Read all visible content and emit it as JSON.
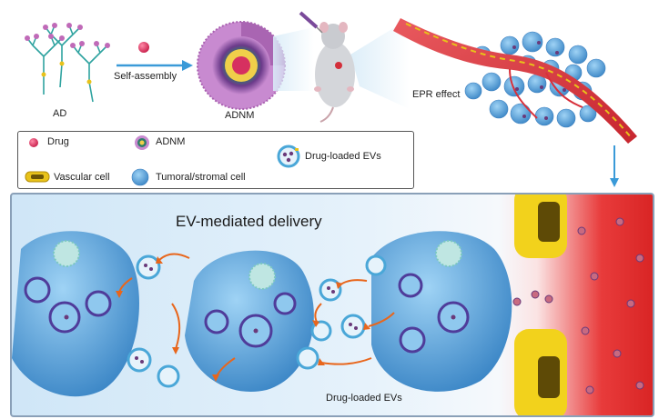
{
  "top": {
    "ad_label": "AD",
    "self_assembly_label": "Self-assembly",
    "adnm_label": "ADNM",
    "epr_label": "EPR effect"
  },
  "legend": {
    "drug": "Drug",
    "adnm": "ADNM",
    "drug_loaded_evs": "Drug-loaded EVs",
    "vascular_cell": "Vascular cell",
    "tumoral_stromal_cell": "Tumoral/stromal cell"
  },
  "panel": {
    "title": "EV-mediated delivery",
    "caption": "Drug-loaded EVs"
  },
  "colors": {
    "drug": "#e0315f",
    "ev_ring": "#4aa7d8",
    "tumor_cell": "#5aa9e0",
    "vessel": "#d8303a",
    "vascular_cell": "#e8c21a",
    "arrow": "#e8661c",
    "adnm_shell": "#b86ab8"
  }
}
